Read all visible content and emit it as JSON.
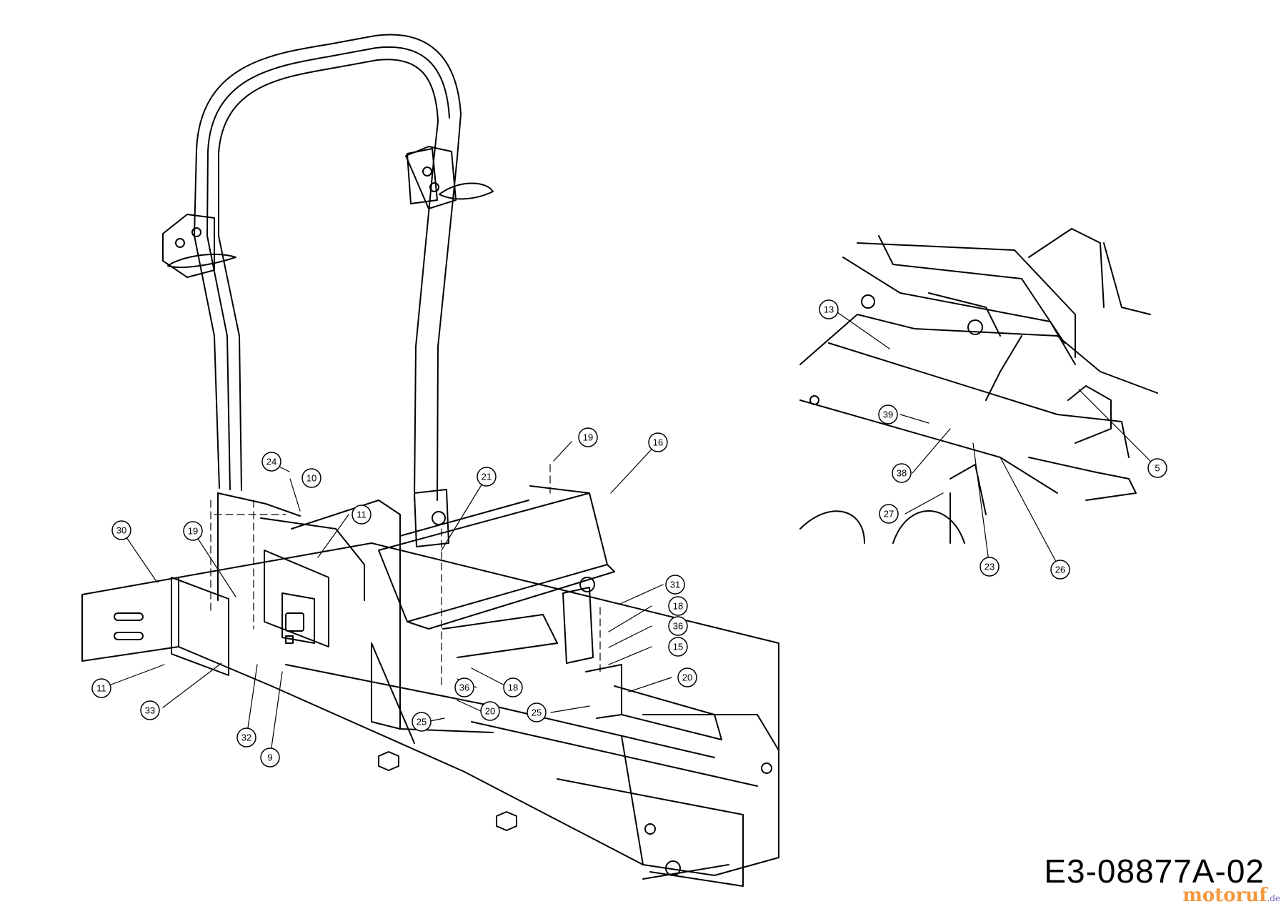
{
  "drawing": {
    "code": "E3-08877A-02",
    "watermark": "motoruf",
    "watermark_tld": ".de"
  },
  "callouts": [
    {
      "id": "c19a",
      "label": "19"
    },
    {
      "id": "c16",
      "label": "16"
    },
    {
      "id": "c24",
      "label": "24"
    },
    {
      "id": "c10",
      "label": "10"
    },
    {
      "id": "c21",
      "label": "21"
    },
    {
      "id": "c11a",
      "label": "11"
    },
    {
      "id": "c30",
      "label": "30"
    },
    {
      "id": "c19b",
      "label": "19"
    },
    {
      "id": "c31",
      "label": "31"
    },
    {
      "id": "c18a",
      "label": "18"
    },
    {
      "id": "c36a",
      "label": "36"
    },
    {
      "id": "c15",
      "label": "15"
    },
    {
      "id": "c20a",
      "label": "20"
    },
    {
      "id": "c11b",
      "label": "11"
    },
    {
      "id": "c36b",
      "label": "36"
    },
    {
      "id": "c18b",
      "label": "18"
    },
    {
      "id": "c20b",
      "label": "20"
    },
    {
      "id": "c25a",
      "label": "25"
    },
    {
      "id": "c25b",
      "label": "25"
    },
    {
      "id": "c33",
      "label": "33"
    },
    {
      "id": "c32",
      "label": "32"
    },
    {
      "id": "c9",
      "label": "9"
    },
    {
      "id": "c13",
      "label": "13"
    },
    {
      "id": "c39",
      "label": "39"
    },
    {
      "id": "c38",
      "label": "38"
    },
    {
      "id": "c5",
      "label": "5"
    },
    {
      "id": "c27",
      "label": "27"
    },
    {
      "id": "c23",
      "label": "23"
    },
    {
      "id": "c26",
      "label": "26"
    }
  ]
}
